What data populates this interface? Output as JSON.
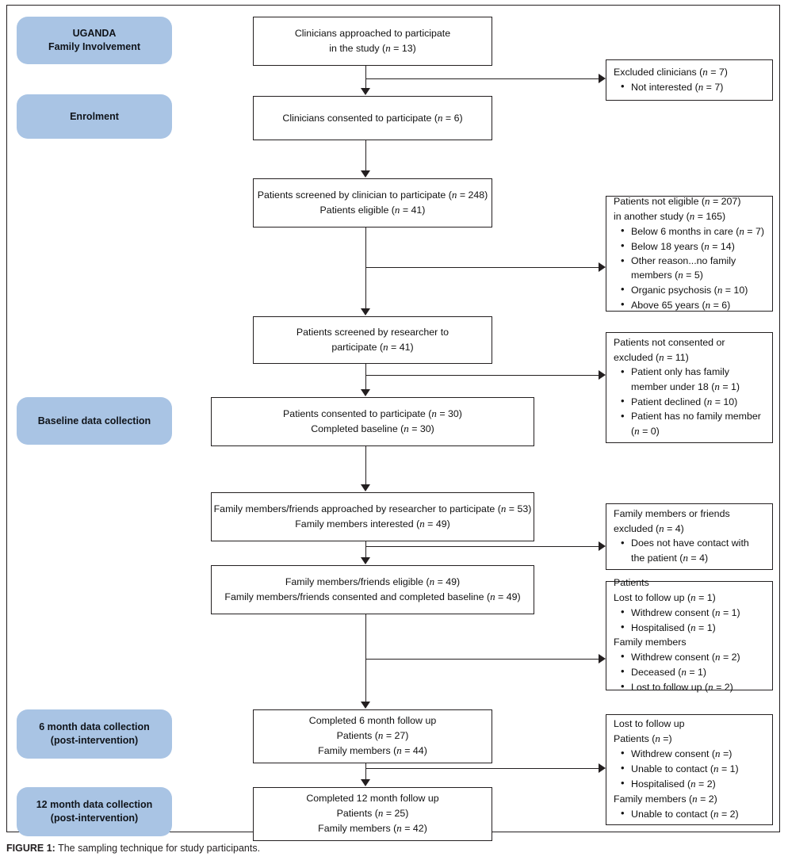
{
  "figure": {
    "label": "FIGURE 1:",
    "caption": "The sampling technique for study participants."
  },
  "stages": [
    {
      "name": "uganda",
      "line1": "UGANDA",
      "line2": "Family Involvement"
    },
    {
      "name": "enrolment",
      "line1": "Enrolment",
      "line2": ""
    },
    {
      "name": "baseline",
      "line1": "Baseline data collection",
      "line2": ""
    },
    {
      "name": "six-month",
      "line1": "6 month data collection",
      "line2": "(post-intervention)"
    },
    {
      "name": "twelve-month",
      "line1": "12 month data collection",
      "line2": "(post-intervention)"
    }
  ],
  "main_boxes": {
    "clinicians_approached": {
      "l1": "Clinicians approached to participate",
      "l2": "in the study (n = 13)"
    },
    "clinicians_consented": {
      "l1": "Clinicians consented to participate (n = 6)"
    },
    "patients_screened_clinician": {
      "l1": "Patients screened by clinician to participate (n = 248)",
      "l2": "Patients eligible (n = 41)"
    },
    "patients_screened_researcher": {
      "l1": "Patients screened by researcher to",
      "l2": "participate (n = 41)"
    },
    "patients_consented": {
      "l1": "Patients consented to participate (n = 30)",
      "l2": "Completed baseline (n = 30)"
    },
    "family_approached": {
      "l1": "Family members/friends approached by researcher to participate (n = 53)",
      "l2": "Family members interested (n = 49)"
    },
    "family_eligible": {
      "l1": "Family members/friends eligible (n = 49)",
      "l2": "Family members/friends consented and completed baseline (n = 49)"
    },
    "six_month_followup": {
      "l1": "Completed 6 month follow up",
      "l2": "Patients (n = 27)",
      "l3": "Family members (n = 44)"
    },
    "twelve_month_followup": {
      "l1": "Completed 12 month follow up",
      "l2": "Patients (n = 25)",
      "l3": "Family members (n = 42)"
    }
  },
  "side_boxes": {
    "excluded_clinicians": {
      "heading": "Excluded clinicians (n = 7)",
      "bullets": [
        "Not interested (n = 7)"
      ]
    },
    "patients_not_eligible": {
      "heading1": "Patients not eligible (n = 207)",
      "heading2": "in another study (n = 165)",
      "bullets": [
        "Below 6 months in care (n = 7)",
        "Below 18 years (n = 14)",
        "Other reason...no family members (n = 5)",
        "Organic psychosis (n = 10)",
        "Above 65 years (n = 6)"
      ]
    },
    "patients_not_consented": {
      "heading1": "Patients not consented or",
      "heading2": "excluded (n = 11)",
      "bullets": [
        "Patient only has family member under 18 (n = 1)",
        "Patient declined (n = 10)",
        "Patient has no family member (n = 0)"
      ]
    },
    "family_excluded": {
      "heading1": "Family members or friends",
      "heading2": "excluded (n = 4)",
      "bullets": [
        "Does not have contact with the patient (n = 4)"
      ]
    },
    "attrition_baseline": {
      "heading1": "Patients",
      "heading2": "Lost to follow up (n = 1)",
      "patient_bullets": [
        "Withdrew consent (n = 1)",
        "Hospitalised (n = 1)"
      ],
      "heading3": "Family members",
      "family_bullets": [
        "Withdrew consent (n = 2)",
        "Deceased (n = 1)",
        "Lost to follow up (n = 2)"
      ]
    },
    "attrition_six_month": {
      "heading1": "Lost to follow up",
      "heading2": "Patients (n =)",
      "patient_bullets": [
        "Withdrew consent (n =)",
        "Unable to contact (n = 1)",
        "Hospitalised (n = 2)"
      ],
      "heading3": "Family members (n = 2)",
      "family_bullets": [
        "Unable to contact (n = 2)"
      ]
    }
  },
  "colors": {
    "pill": "#a9c4e4",
    "line": "#231f20"
  }
}
